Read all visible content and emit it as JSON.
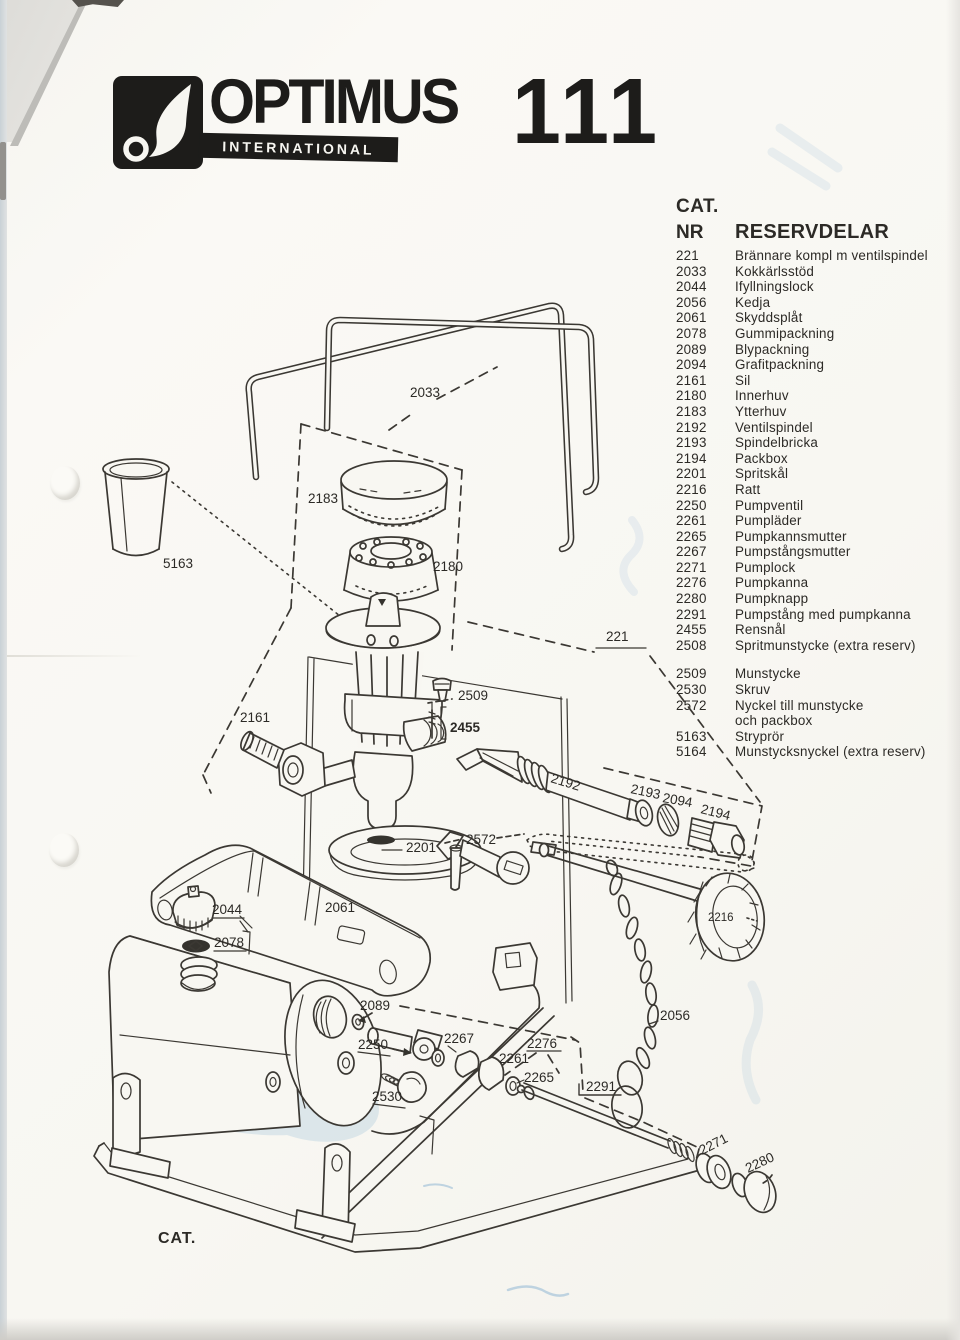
{
  "logo": {
    "brand": "OPTIMUS",
    "sub": "INTERNATIONAL",
    "model": "111"
  },
  "list": {
    "cat": "CAT.",
    "nr": "NR",
    "title": "RESERVDELAR",
    "rows": [
      {
        "nr": "221",
        "name": "Brännare kompl m ventilspindel"
      },
      {
        "nr": "2033",
        "name": "Kokkärlsstöd"
      },
      {
        "nr": "2044",
        "name": "Ifyllningslock"
      },
      {
        "nr": "2056",
        "name": "Kedja"
      },
      {
        "nr": "2061",
        "name": "Skyddsplåt"
      },
      {
        "nr": "2078",
        "name": "Gummipackning"
      },
      {
        "nr": "2089",
        "name": "Blypackning"
      },
      {
        "nr": "2094",
        "name": "Grafitpackning"
      },
      {
        "nr": "2161",
        "name": "Sil"
      },
      {
        "nr": "2180",
        "name": "Innerhuv"
      },
      {
        "nr": "2183",
        "name": "Ytterhuv"
      },
      {
        "nr": "2192",
        "name": "Ventilspindel"
      },
      {
        "nr": "2193",
        "name": "Spindelbricka"
      },
      {
        "nr": "2194",
        "name": "Packbox"
      },
      {
        "nr": "2201",
        "name": "Spritskål"
      },
      {
        "nr": "2216",
        "name": "Ratt"
      },
      {
        "nr": "2250",
        "name": "Pumpventil"
      },
      {
        "nr": "2261",
        "name": "Pumpläder"
      },
      {
        "nr": "2265",
        "name": "Pumpkannsmutter"
      },
      {
        "nr": "2267",
        "name": "Pumpstångsmutter"
      },
      {
        "nr": "2271",
        "name": "Pumplock"
      },
      {
        "nr": "2276",
        "name": "Pumpkanna"
      },
      {
        "nr": "2280",
        "name": "Pumpknapp"
      },
      {
        "nr": "2291",
        "name": "Pumpstång med pumpkanna"
      },
      {
        "nr": "2455",
        "name": "Rensnål"
      },
      {
        "nr": "2508",
        "name": "Spritmunstycke (extra reserv)"
      }
    ],
    "rows2": [
      {
        "nr": "2509",
        "name": "Munstycke"
      },
      {
        "nr": "2530",
        "name": "Skruv"
      },
      {
        "nr": "2572",
        "name": "Nyckel till munstycke"
      },
      {
        "nr": "",
        "name": "och packbox"
      },
      {
        "nr": "5163",
        "name": "Stryprör"
      },
      {
        "nr": "5164",
        "name": "Munstycksnyckel (extra reserv)"
      }
    ]
  },
  "diagram": {
    "cat": "CAT.",
    "labels": {
      "n2033": "2033",
      "n5163": "5163",
      "n2183": "2183",
      "n2180": "2180",
      "n221": "221",
      "n2509": "2509",
      "n2455": "2455",
      "n2161": "2161",
      "n2192": "2192",
      "n2193": "2193",
      "n2094": "2094",
      "n2194": "2194",
      "n2216": "2216",
      "n2572": "2572",
      "n2201": "2201",
      "n2044": "2044",
      "n2061": "2061",
      "n2078": "2078",
      "n2089": "2089",
      "n2250": "2250",
      "n2267": "2267",
      "n2276": "2276",
      "n2261": "2261",
      "n2265": "2265",
      "n2291": "2291",
      "n2530": "2530",
      "n2056": "2056",
      "n2271": "2271",
      "n2280": "2280"
    }
  },
  "colors": {
    "paper": "#f8f7f2",
    "ink": "#2c2a26",
    "line": "#3b3833",
    "blue_showthrough": "#9fc2da"
  }
}
